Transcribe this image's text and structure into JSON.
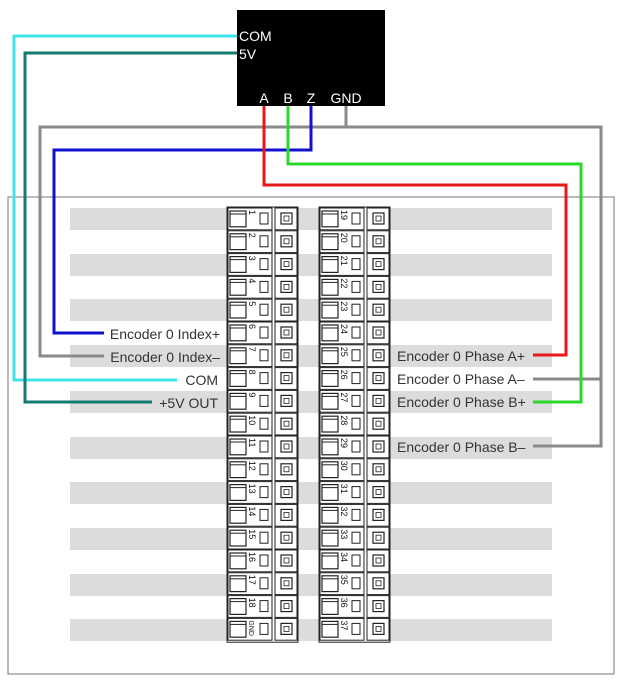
{
  "encoder": {
    "left_labels": [
      "COM",
      "5V"
    ],
    "bottom_labels": [
      "A",
      "B",
      "Z",
      "GND"
    ]
  },
  "terminal_left": {
    "pins": [
      "1",
      "2",
      "3",
      "4",
      "5",
      "6",
      "7",
      "8",
      "9",
      "10",
      "11",
      "12",
      "13",
      "14",
      "15",
      "16",
      "17",
      "18",
      "GND"
    ]
  },
  "terminal_right": {
    "pins": [
      "19",
      "20",
      "21",
      "22",
      "23",
      "24",
      "25",
      "26",
      "27",
      "28",
      "29",
      "30",
      "31",
      "32",
      "33",
      "34",
      "35",
      "36",
      "37"
    ]
  },
  "left_labels": {
    "index_plus": "Encoder 0 Index+",
    "index_minus": "Encoder 0 Index–",
    "com": "COM",
    "v5_out": "+5V OUT"
  },
  "right_labels": {
    "phase_a_plus": "Encoder 0 Phase A+",
    "phase_a_minus": "Encoder 0 Phase A–",
    "phase_b_plus": "Encoder 0 Phase B+",
    "phase_b_minus": "Encoder 0 Phase B–"
  },
  "colors": {
    "com_wire": "#3fe3ea",
    "v5_wire": "#137a72",
    "a_wire": "#e81818",
    "b_wire": "#2ad82a",
    "z_wire": "#1010d0",
    "gnd_wire": "#8a8a8a",
    "stripe": "#dcdcdc",
    "encoder_body": "#000000"
  }
}
